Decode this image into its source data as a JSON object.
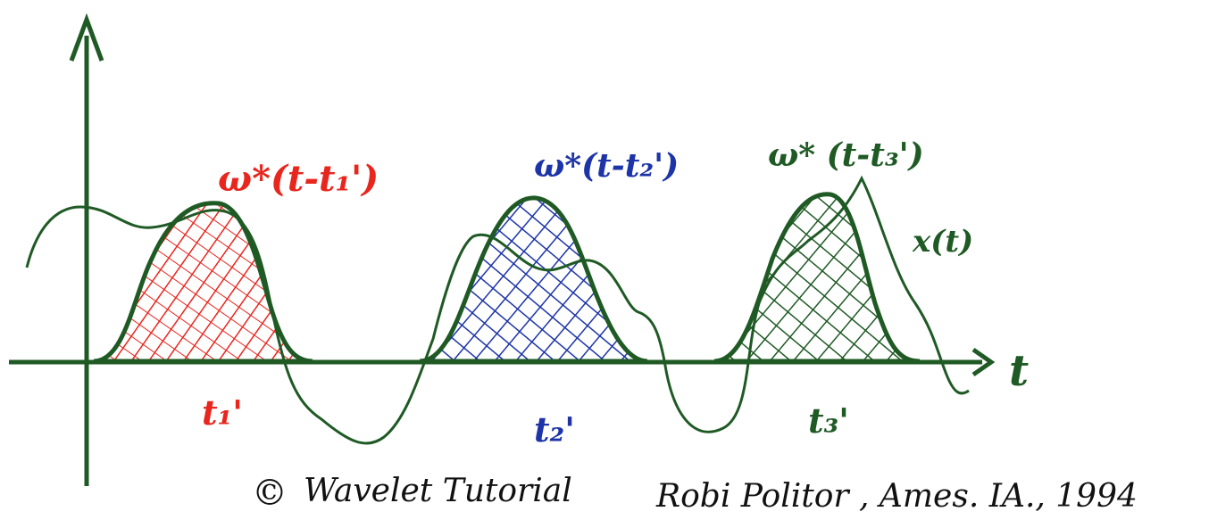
{
  "colors": {
    "axis": "#1f5a25",
    "signal": "#1f5a25",
    "window1": "#e8261e",
    "window2": "#1c34a8",
    "window3": "#1f5a25",
    "background": "#ffffff"
  },
  "labels": {
    "t_axis": "t",
    "signal": "x(t)",
    "window1": "ω*(t-t₁')",
    "window2": "ω*(t-t₂')",
    "window3": "ω* (t-t₃')",
    "tick1": "t₁'",
    "tick2": "t₂'",
    "tick3": "t₃'"
  },
  "credit": {
    "symbol": "©",
    "text": "Wavelet Tutorial",
    "author": "Robi Politor , Ames. IA., 1994"
  }
}
